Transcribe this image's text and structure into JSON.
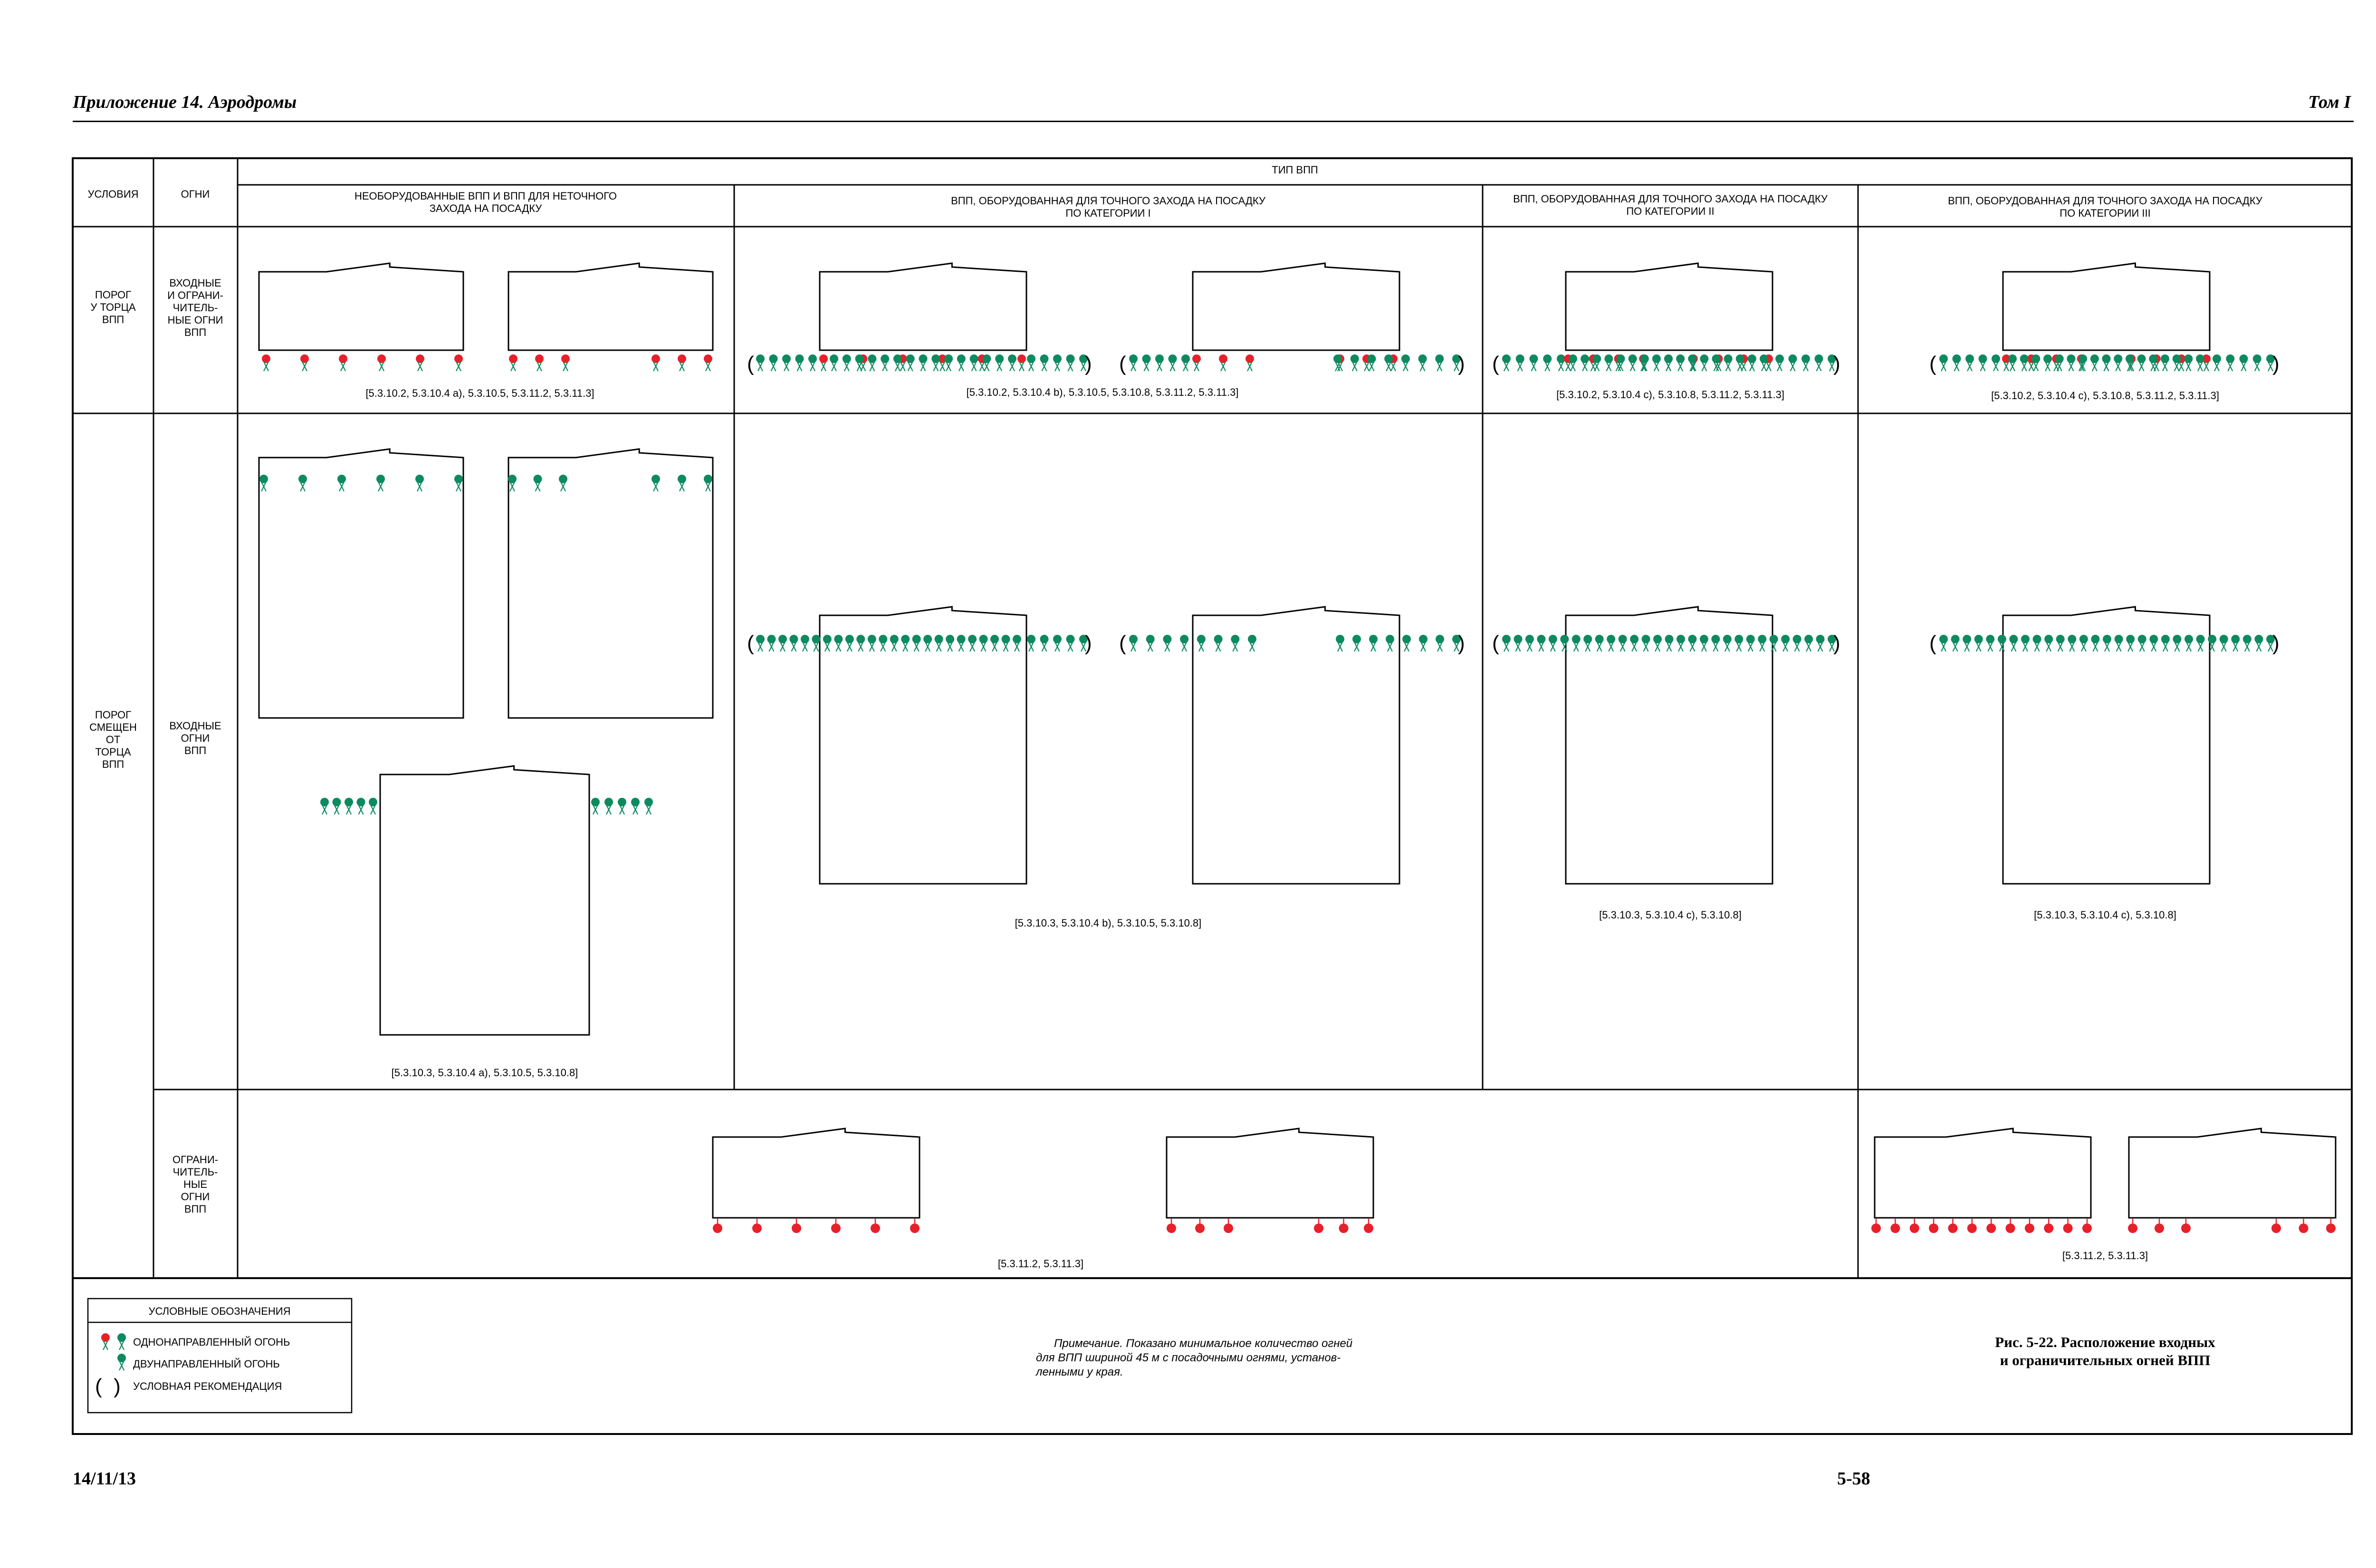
{
  "header": {
    "left": "Приложение 14.  Аэродромы",
    "right": "Том I"
  },
  "footer": {
    "date": "14/11/13",
    "page": "5-58"
  },
  "table": {
    "col_conditions": "УСЛОВИЯ",
    "col_lights": "ОГНИ",
    "col_runway_type": "ТИП ВПП",
    "types": [
      [
        "НЕОБОРУДОВАННЫЕ ВПП И ВПП ДЛЯ НЕТОЧНОГО",
        "ЗАХОДА НА ПОСАДКУ"
      ],
      [
        "ВПП, ОБОРУДОВАННАЯ ДЛЯ ТОЧНОГО ЗАХОДА НА ПОСАДКУ",
        "ПО КАТЕГОРИИ I"
      ],
      [
        "ВПП, ОБОРУДОВАННАЯ ДЛЯ ТОЧНОГО ЗАХОДА НА ПОСАДКУ",
        "ПО КАТЕГОРИИ II"
      ],
      [
        "ВПП, ОБОРУДОВАННАЯ ДЛЯ ТОЧНОГО ЗАХОДА НА ПОСАДКУ",
        "ПО КАТЕГОРИИ III"
      ]
    ],
    "cond_threshold_at_end": [
      "ПОРОГ",
      "У ТОРЦА",
      "ВПП"
    ],
    "cond_threshold_displaced": [
      "ПОРОГ",
      "СМЕЩЕН",
      "ОТ",
      "ТОРЦА",
      "ВПП"
    ],
    "lights_threshold_and_end": [
      "ВХОДНЫЕ",
      "И ОГРАНИ-",
      "ЧИТЕЛЬ-",
      "НЫЕ ОГНИ",
      "ВПП"
    ],
    "lights_threshold": [
      "ВХОДНЫЕ",
      "ОГНИ",
      "ВПП"
    ],
    "lights_end": [
      "ОГРАНИ-",
      "ЧИТЕЛЬ-",
      "НЫЕ",
      "ОГНИ",
      "ВПП"
    ],
    "refs": {
      "r1c1": "[5.3.10.2, 5.3.10.4 a), 5.3.10.5, 5.3.11.2, 5.3.11.3]",
      "r1c2": "[5.3.10.2, 5.3.10.4 b), 5.3.10.5, 5.3.10.8, 5.3.11.2, 5.3.11.3]",
      "r1c3": "[5.3.10.2, 5.3.10.4 c), 5.3.10.8, 5.3.11.2, 5.3.11.3]",
      "r1c4": "[5.3.10.2, 5.3.10.4 c), 5.3.10.8, 5.3.11.2, 5.3.11.3]",
      "r2c1": "[5.3.10.3, 5.3.10.4 a), 5.3.10.5, 5.3.10.8]",
      "r2c2": "[5.3.10.3, 5.3.10.4 b), 5.3.10.5, 5.3.10.8]",
      "r2c3": "[5.3.10.3, 5.3.10.4 c), 5.3.10.8]",
      "r2c4": "[5.3.10.3, 5.3.10.4 c), 5.3.10.8]",
      "r3a": "[5.3.11.2, 5.3.11.3]",
      "r3b": "[5.3.11.2, 5.3.11.3]"
    }
  },
  "legend": {
    "title": "УСЛОВНЫЕ ОБОЗНАЧЕНИЯ",
    "unidirectional": "ОДНОНАПРАВЛЕННЫЙ ОГОНЬ",
    "bidirectional": "ДВУНАПРАВЛЕННЫЙ ОГОНЬ",
    "conditional": "УСЛОВНАЯ РЕКОМЕНДАЦИЯ"
  },
  "note": [
    "Примечание. Показано минимальное количество огней",
    "для ВПП шириной 45 м с посадочными огнями, установ-",
    "ленными у края."
  ],
  "caption": [
    "Рис. 5-22.    Расположение входных",
    "и ограничительных огней ВПП"
  ],
  "colors": {
    "red_light": "#e8202a",
    "green_light": "#0e8a5f",
    "line": "#000000"
  }
}
